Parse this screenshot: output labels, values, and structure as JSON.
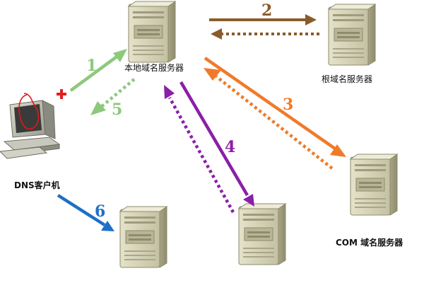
{
  "nodes": {
    "local_server": {
      "label": "本地域名服务器"
    },
    "root_server": {
      "label": "根域名服务器"
    },
    "com_server": {
      "label": "COM 域名服务器"
    },
    "dns_client": {
      "label": "DNS客户机"
    }
  },
  "steps": [
    {
      "number": "1",
      "color": "#8cc97a",
      "style": "solid"
    },
    {
      "number": "2",
      "color": "#8b5a2b",
      "style": "solid"
    },
    {
      "number": "3",
      "color": "#f07a2a",
      "style": "solid"
    },
    {
      "number": "4",
      "color": "#8a1fa8",
      "style": "solid"
    },
    {
      "number": "5",
      "color": "#8cc97a",
      "style": "dotted"
    },
    {
      "number": "6",
      "color": "#1f6fc7",
      "style": "solid"
    }
  ],
  "colors": {
    "server_body": "#d6d3b8",
    "server_shade": "#a9a68a",
    "step1": "#8cc97a",
    "step2": "#8b5a2b",
    "step3": "#f07a2a",
    "step4": "#8a1fa8",
    "step6": "#1f6fc7",
    "plus": "#e02020"
  }
}
